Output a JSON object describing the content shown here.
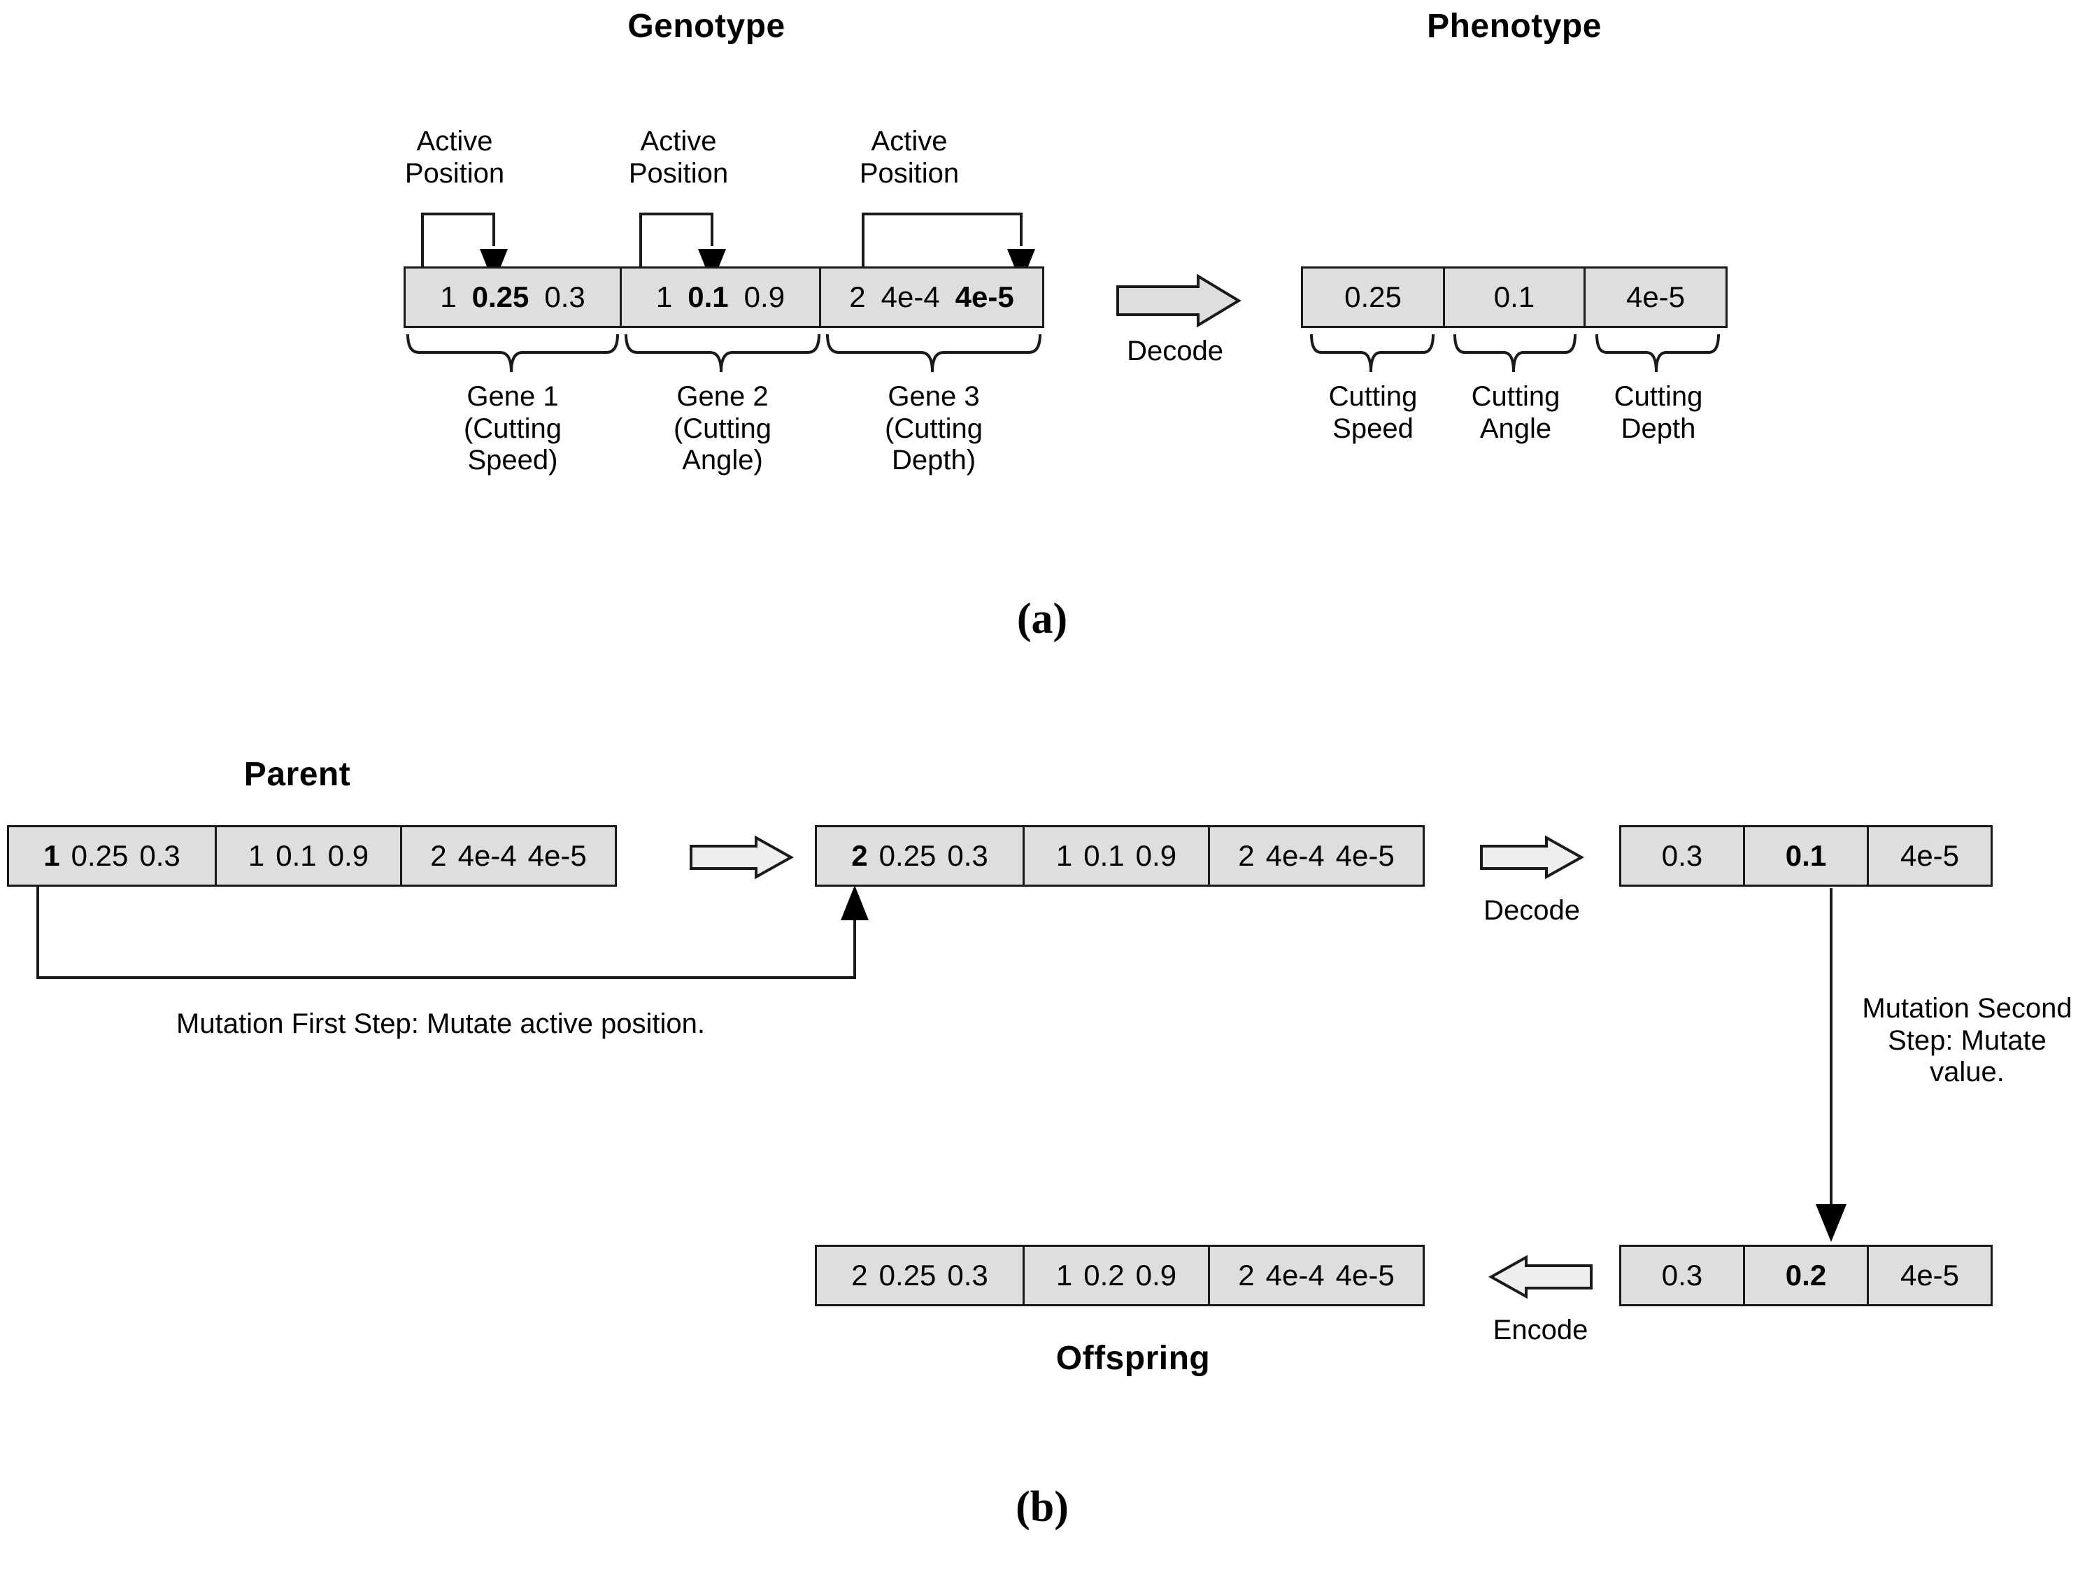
{
  "panel_a": {
    "headers": {
      "genotype": "Genotype",
      "phenotype": "Phenotype"
    },
    "active_position_labels": [
      "Active\nPosition",
      "Active\nPosition",
      "Active\nPosition"
    ],
    "active_position_line1": "Active",
    "active_position_line2": "Position",
    "genotype_genes": [
      {
        "active": "1",
        "values": [
          "0.25",
          "0.3"
        ],
        "bold_index": 0,
        "label_l1": "Gene 1",
        "label_l2": "(Cutting",
        "label_l3": "Speed)"
      },
      {
        "active": "1",
        "values": [
          "0.1",
          "0.9"
        ],
        "bold_index": 0,
        "label_l1": "Gene 2",
        "label_l2": "(Cutting",
        "label_l3": "Angle)"
      },
      {
        "active": "2",
        "values": [
          "4e-4",
          "4e-5"
        ],
        "bold_index": 1,
        "label_l1": "Gene 3",
        "label_l2": "(Cutting",
        "label_l3": "Depth)"
      }
    ],
    "decode_label": "Decode",
    "phenotype_cells": [
      {
        "value": "0.25",
        "label_l1": "Cutting",
        "label_l2": "Speed"
      },
      {
        "value": "0.1",
        "label_l1": "Cutting",
        "label_l2": "Angle"
      },
      {
        "value": "4e-5",
        "label_l1": "Cutting",
        "label_l2": "Depth"
      }
    ],
    "caption": "(a)"
  },
  "panel_b": {
    "parent_title": "Parent",
    "offspring_title": "Offspring",
    "parent_genes": [
      {
        "active": "1",
        "values": [
          "0.25",
          "0.3"
        ],
        "bold_active": true
      },
      {
        "active": "1",
        "values": [
          "0.1",
          "0.9"
        ],
        "bold_active": false
      },
      {
        "active": "2",
        "values": [
          "4e-4",
          "4e-5"
        ],
        "bold_active": false
      }
    ],
    "mutated_genes": [
      {
        "active": "2",
        "values": [
          "0.25",
          "0.3"
        ],
        "bold_active": true
      },
      {
        "active": "1",
        "values": [
          "0.1",
          "0.9"
        ],
        "bold_active": false
      },
      {
        "active": "2",
        "values": [
          "4e-4",
          "4e-5"
        ],
        "bold_active": false
      }
    ],
    "offspring_genes": [
      {
        "active": "2",
        "values": [
          "0.25",
          "0.3"
        ],
        "bold_active": false
      },
      {
        "active": "1",
        "values": [
          "0.2",
          "0.9"
        ],
        "bold_active": false
      },
      {
        "active": "2",
        "values": [
          "4e-4",
          "4e-5"
        ],
        "bold_active": false
      }
    ],
    "decoded_cells": [
      {
        "value": "0.3",
        "bold": false
      },
      {
        "value": "0.1",
        "bold": true
      },
      {
        "value": "4e-5",
        "bold": false
      }
    ],
    "mutated_cells": [
      {
        "value": "0.3",
        "bold": false
      },
      {
        "value": "0.2",
        "bold": true
      },
      {
        "value": "4e-5",
        "bold": false
      }
    ],
    "decode_label": "Decode",
    "encode_label": "Encode",
    "mutation_first_step": "Mutation First Step: Mutate active position.",
    "mutation_second_step_l1": "Mutation Second",
    "mutation_second_step_l2": "Step: Mutate",
    "mutation_second_step_l3": "value.",
    "caption": "(b)"
  },
  "colors": {
    "cell_fill": "#dedede",
    "stroke": "#1a1a1a",
    "background": "#ffffff"
  }
}
